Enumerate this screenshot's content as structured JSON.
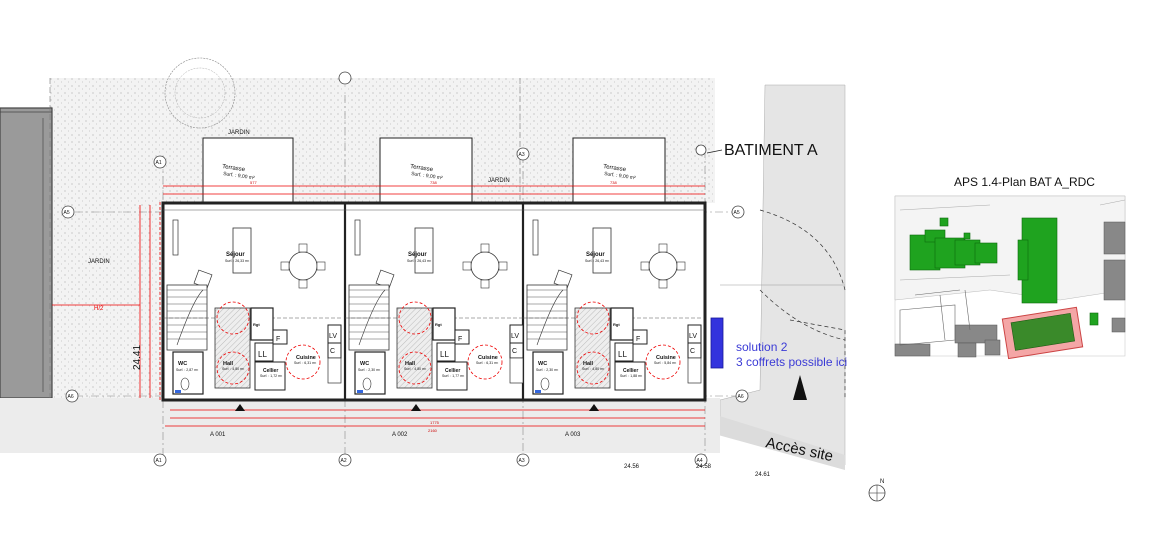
{
  "building": {
    "title": "BATIMENT A",
    "plan_ref": "APS 1.4-Plan BAT A_RDC",
    "elevation_label": "24.41",
    "access_label": "Accès site",
    "spot_levels": [
      "24.56",
      "24.58",
      "24.61"
    ],
    "north": "N"
  },
  "grid": {
    "columns": [
      "A1",
      "A3",
      "A1",
      "A2",
      "A3",
      "A4"
    ],
    "rows": [
      "A5",
      "A5",
      "A6",
      "A6"
    ]
  },
  "zones": {
    "garden_top": "JARDIN",
    "garden_mid": "JARDIN",
    "garden_left": "JARDIN",
    "setback": "H/2"
  },
  "note": {
    "line1": "solution 2",
    "line2": "3 coffrets possible ici"
  },
  "units": [
    {
      "name": "A 001",
      "terrace": "Terrasse",
      "terrace_area": "Surf. : 9,00 m²",
      "sejour": "Séjour",
      "sejour_area": "Surf. : 26,33 m²",
      "hall": "Hall",
      "hall_area": "Surf. : 4,80 m²",
      "cuisine": "Cuisine",
      "cuisine_area": "Surf. : 6,31 m²",
      "wc": "WC",
      "wc_area": "Surf. : 2,87 m²",
      "cellier": "Cellier",
      "cellier_area": "Surf. : 1,72 m²",
      "ll": "LL",
      "lv": "LV",
      "f": "F",
      "c": "C",
      "rgt": "Rgt"
    },
    {
      "name": "A 002",
      "terrace": "Terrasse",
      "terrace_area": "Surf. : 9,00 m²",
      "sejour": "Séjour",
      "sejour_area": "Surf. : 26,43 m²",
      "hall": "Hall",
      "hall_area": "Surf. : 4,80 m²",
      "cuisine": "Cuisine",
      "cuisine_area": "Surf. : 6,31 m²",
      "wc": "WC",
      "wc_area": "Surf. : 2,30 m²",
      "cellier": "Cellier",
      "cellier_area": "Surf. : 1,77 m²",
      "ll": "LL",
      "lv": "LV",
      "f": "F",
      "c": "C",
      "rgt": "Rgt"
    },
    {
      "name": "A 003",
      "terrace": "Terrasse",
      "terrace_area": "Surf. : 9,00 m²",
      "sejour": "Séjour",
      "sejour_area": "Surf. : 26,43 m²",
      "hall": "Hall",
      "hall_area": "Surf. : 4,80 m²",
      "cuisine": "Cuisine",
      "cuisine_area": "Surf. : 5,84 m²",
      "wc": "WC",
      "wc_area": "Surf. : 2,30 m²",
      "cellier": "Cellier",
      "cellier_area": "Surf. : 1,88 m²",
      "ll": "LL",
      "lv": "LV",
      "f": "F",
      "c": "C",
      "rgt": "Rgt"
    }
  ],
  "colors": {
    "garden_fill": "#f2f2f2",
    "wall": "#222222",
    "dimension": "#e00000",
    "note": "#3b3bd6",
    "utility_box": "#3333dd",
    "key_building": "#1fa31f",
    "key_highlight": "#f4a6a6"
  },
  "icons": [
    "north-arrow-icon",
    "access-arrow-icon",
    "entrance-triangle-icon"
  ]
}
